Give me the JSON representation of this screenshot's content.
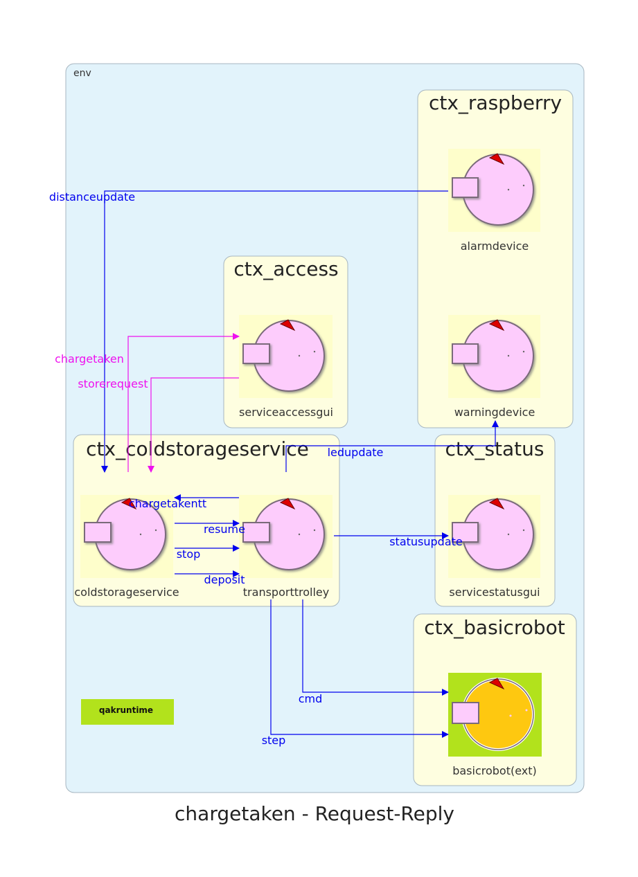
{
  "title": "chargetaken - Request-Reply",
  "env_label": "env",
  "contexts": {
    "raspberry": "ctx_raspberry",
    "access": "ctx_access",
    "coldstorage": "ctx_coldstorageservice",
    "status": "ctx_status",
    "basicrobot": "ctx_basicrobot"
  },
  "actors": {
    "alarmdevice": "alarmdevice",
    "warningdevice": "warningdevice",
    "serviceaccessgui": "serviceaccessgui",
    "coldstorageservice": "coldstorageservice",
    "transporttrolley": "transporttrolley",
    "servicestatusgui": "servicestatusgui",
    "basicrobot": "basicrobot(ext)"
  },
  "messages": {
    "distanceupdate": "distanceupdate",
    "chargetaken": "chargetaken",
    "storerequest": "storerequest",
    "ledupdate": "ledupdate",
    "chargetakentt": "chargetakentt",
    "resume": "resume",
    "stop": "stop",
    "deposit": "deposit",
    "statusupdate": "statusupdate",
    "cmd": "cmd",
    "step": "step"
  },
  "runtime_badge": "qakruntime",
  "colors": {
    "env_fill": "#e2f3fb",
    "context_fill": "#fefee0",
    "actor_fill": "#fdccfc",
    "robot_fill": "#fec810",
    "robot_bg": "#b2e21c",
    "dispatch_edge": "#0000ee",
    "request_edge": "#ee11ee"
  }
}
